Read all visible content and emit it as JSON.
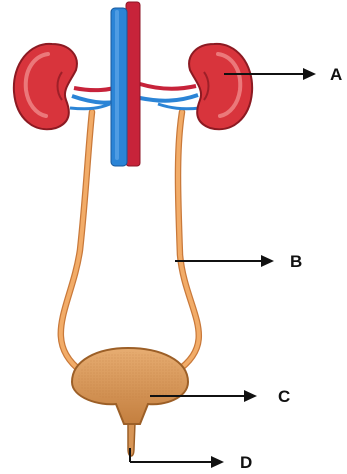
{
  "labels": {
    "a": "A",
    "b": "B",
    "c": "C",
    "d": "D"
  },
  "colors": {
    "kidney": "#d8343c",
    "kidney_light": "#f08a8a",
    "vein": "#2b84d6",
    "artery": "#c7233a",
    "ureter": "#efa45d",
    "bladder": "#d79556",
    "arrow": "#111111"
  }
}
